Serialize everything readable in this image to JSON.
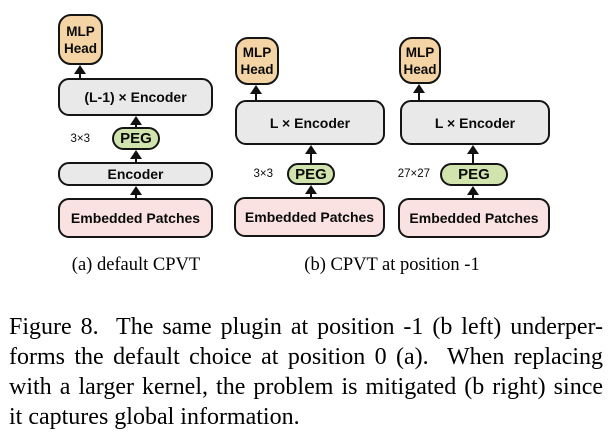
{
  "colors": {
    "mlp_fill": "#f4d4a4",
    "peg_fill": "#d2e4ad",
    "encoder_fill": "#e9e9e9",
    "patches_fill": "#f9e2e1",
    "stroke": "#151515"
  },
  "diagram_a": {
    "mlp_head": "MLP\nHead",
    "encoder_top": "(L-1) × Encoder",
    "kernel": "3×3",
    "peg": "PEG",
    "encoder_bottom": "Encoder",
    "patches": "Embedded Patches",
    "caption": "(a) default CPVT"
  },
  "diagram_b_left": {
    "mlp_head": "MLP\nHead",
    "encoder": "L × Encoder",
    "kernel": "3×3",
    "peg": "PEG",
    "patches": "Embedded Patches"
  },
  "diagram_b_right": {
    "mlp_head": "MLP\nHead",
    "encoder": "L × Encoder",
    "kernel": "27×27",
    "peg": "PEG",
    "patches": "Embedded Patches"
  },
  "caption_b": "(b) CPVT at position -1",
  "figure_caption": {
    "line1": "Figure 8.  The same plugin at position -1 (b left) underper-",
    "line2": "forms the default choice at position 0 (a).  When replacing",
    "line3": "with a larger kernel, the problem is mitigated (b right) since",
    "line4": "it captures global information."
  }
}
